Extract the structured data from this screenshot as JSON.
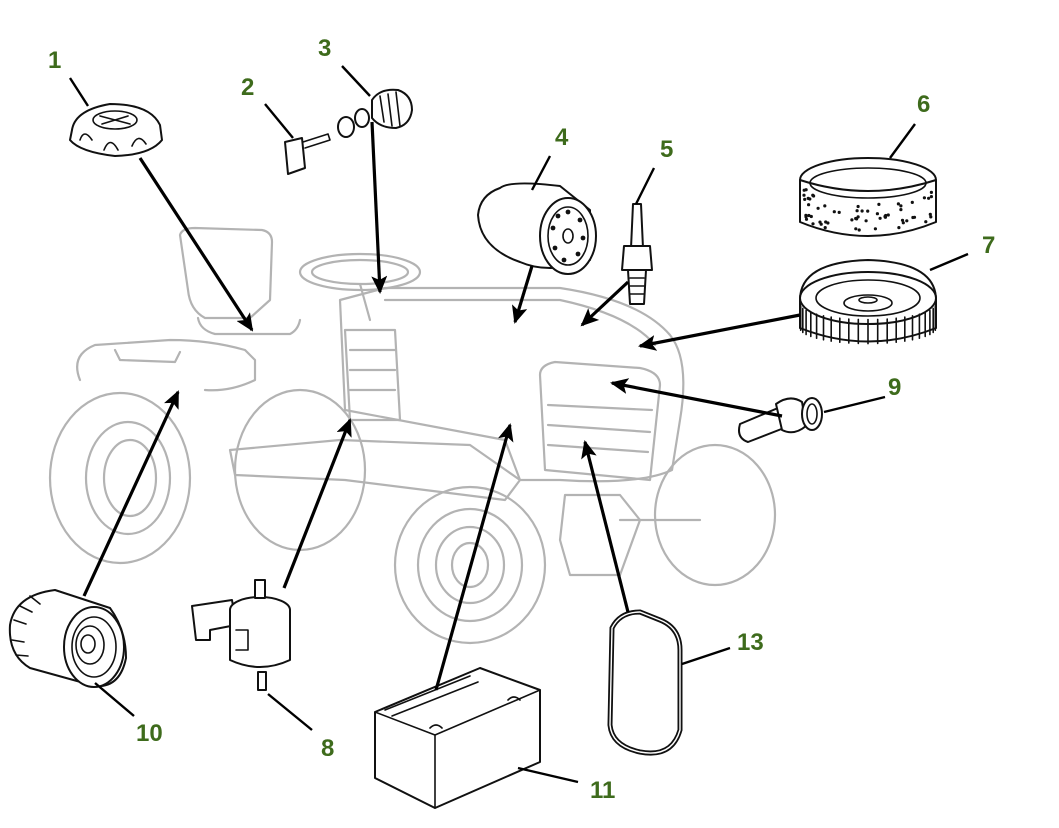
{
  "diagram": {
    "subject": "Riding lawn tractor service parts locator",
    "label_color": "#3e6b1c",
    "callouts": [
      {
        "id": "1",
        "part": "fuel-tank-cap"
      },
      {
        "id": "2",
        "part": "ignition-key"
      },
      {
        "id": "3",
        "part": "ignition-switch"
      },
      {
        "id": "4",
        "part": "fuel-filter-canister"
      },
      {
        "id": "5",
        "part": "spark-plug"
      },
      {
        "id": "6",
        "part": "air-filter-foam-pre-cleaner"
      },
      {
        "id": "7",
        "part": "air-filter-element"
      },
      {
        "id": "8",
        "part": "fuel-pump"
      },
      {
        "id": "9",
        "part": "headlight-bulb"
      },
      {
        "id": "10",
        "part": "oil-filter"
      },
      {
        "id": "11",
        "part": "battery"
      },
      {
        "id": "13",
        "part": "drive-belt"
      }
    ]
  }
}
